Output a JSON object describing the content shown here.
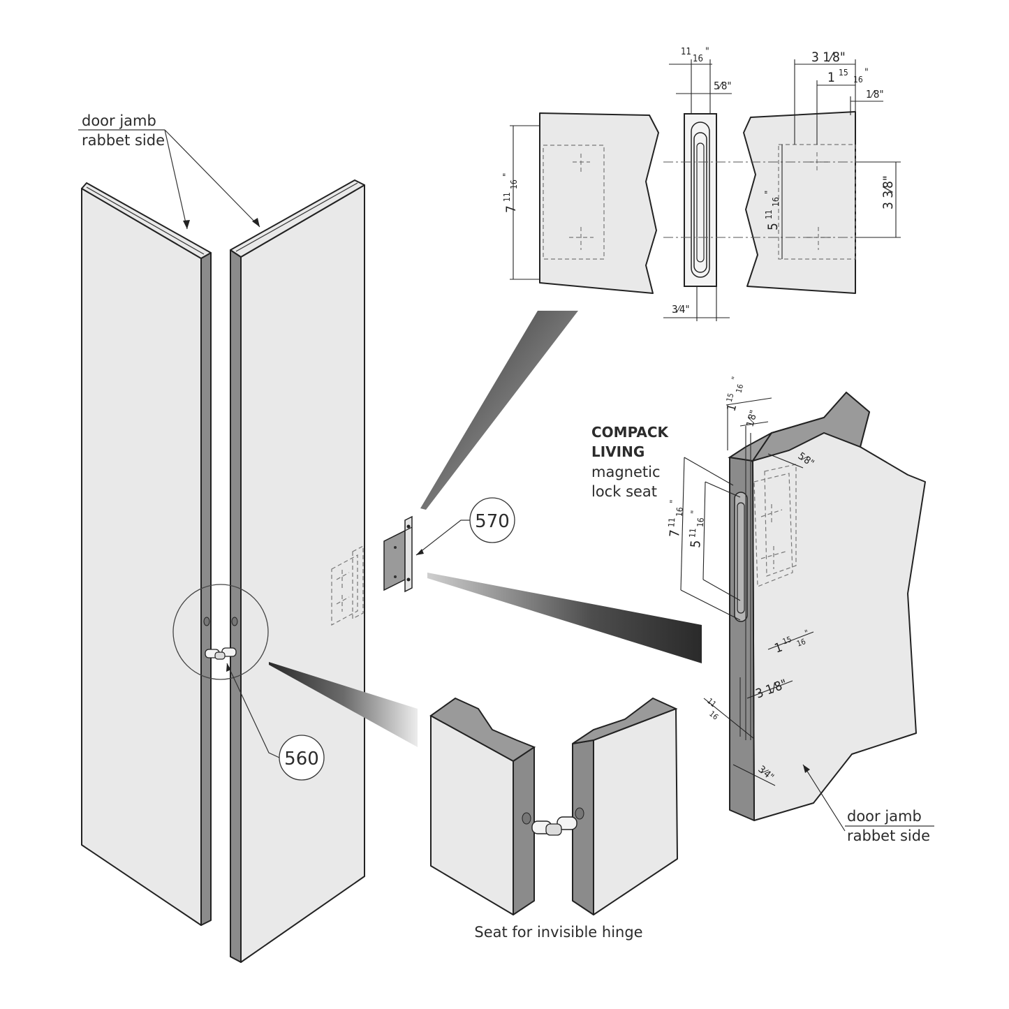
{
  "labels": {
    "door_jamb_top": [
      "door jamb",
      "rabbet side"
    ],
    "door_jamb_bottom": [
      "door jamb",
      "rabbet side"
    ],
    "product_title": [
      "COMPACK",
      "LIVING"
    ],
    "product_sub": [
      "magnetic",
      "lock seat"
    ],
    "callout_570": "570",
    "callout_560": "560",
    "hinge_caption": "Seat for invisible hinge"
  },
  "dimensions_top": {
    "d_11_16_whole": "",
    "d_11_16_num": "11",
    "d_11_16_den": "16",
    "d_5_8": "5⁄8\"",
    "d_3_1_8": "3 1⁄8\"",
    "d_1_15_16_whole": "1",
    "d_1_15_16_num": "15",
    "d_1_15_16_den": "16",
    "d_1_8": "1⁄8\"",
    "d_7_11_16_whole": "7",
    "d_7_11_16_num": "11",
    "d_7_11_16_den": "16",
    "d_5_11_16_whole": "5",
    "d_5_11_16_num": "11",
    "d_5_11_16_den": "16",
    "d_3_3_8": "3 3⁄8\"",
    "d_3_4": "3⁄4\""
  },
  "dimensions_iso": {
    "d_1_15_16_whole": "1",
    "d_1_15_16_num": "15",
    "d_1_15_16_den": "16",
    "d_1_8": "1⁄8\"",
    "d_5_8": "5⁄8\"",
    "d_7_11_16_whole": "7",
    "d_7_11_16_num": "11",
    "d_7_11_16_den": "16",
    "d_5_11_16_whole": "5",
    "d_5_11_16_num": "11",
    "d_5_11_16_den": "16",
    "d_1_15_16b_whole": "1",
    "d_1_15_16b_num": "15",
    "d_1_15_16b_den": "16",
    "d_3_1_8": "3 1⁄8\"",
    "d_11_16_num": "11",
    "d_11_16_den": "16",
    "d_3_4": "3⁄4\""
  },
  "colors": {
    "panel_fill": "#e9e9e9",
    "edge_fill": "#8b8b8b",
    "outline": "#222222",
    "background": "#ffffff"
  }
}
